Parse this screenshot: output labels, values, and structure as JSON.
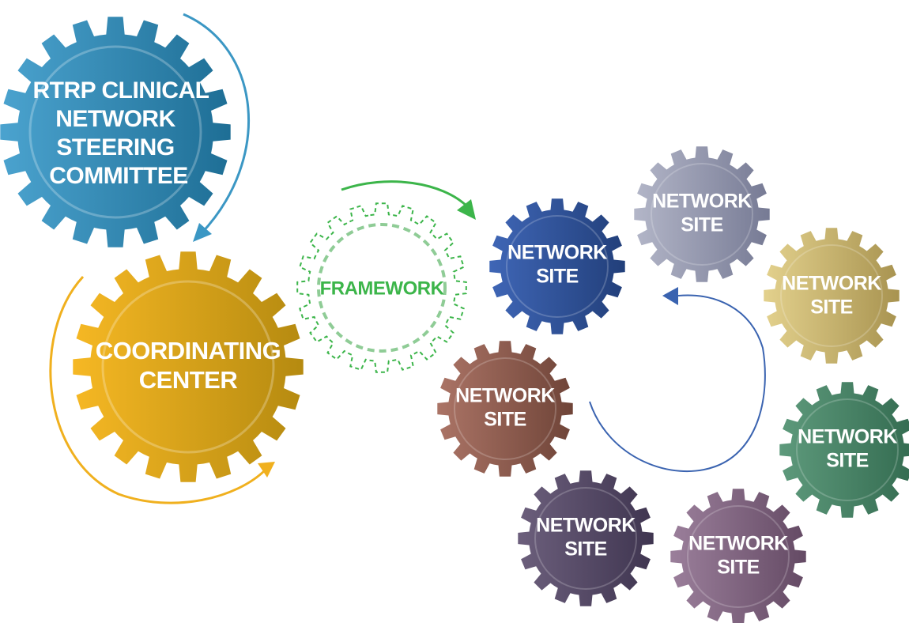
{
  "diagram": {
    "steering": {
      "lines": [
        "RTRP CLINICAL",
        "NETWORK",
        "STEERING",
        "COMMITTEE"
      ],
      "color_light": "#4ba3cf",
      "color_dark": "#1e6e95"
    },
    "coordinating": {
      "lines": [
        "COORDINATING",
        "CENTER"
      ],
      "color_light": "#f6b824",
      "color_dark": "#b58a10"
    },
    "framework": {
      "label": "FRAMEWORK",
      "color": "#3cb54a",
      "dash_color": "#8fcc96"
    },
    "sites": [
      {
        "lines": [
          "NETWORK",
          "SITE"
        ],
        "color_light": "#3f66b6",
        "color_dark": "#223f7a"
      },
      {
        "lines": [
          "NETWORK",
          "SITE"
        ],
        "color_light": "#b3b6c8",
        "color_dark": "#767a94"
      },
      {
        "lines": [
          "NETWORK",
          "SITE"
        ],
        "color_light": "#e3d18d",
        "color_dark": "#a89350"
      },
      {
        "lines": [
          "NETWORK",
          "SITE"
        ],
        "color_light": "#ab7466",
        "color_dark": "#6f4438"
      },
      {
        "lines": [
          "NETWORK",
          "SITE"
        ],
        "color_light": "#5e9a7c",
        "color_dark": "#336b50"
      },
      {
        "lines": [
          "NETWORK",
          "SITE"
        ],
        "color_light": "#6c5f7c",
        "color_dark": "#3f3550"
      },
      {
        "lines": [
          "NETWORK",
          "SITE"
        ],
        "color_light": "#9b7f9b",
        "color_dark": "#644a64"
      }
    ],
    "arrow_colors": {
      "steering": "#3b97c4",
      "coordinating": "#f0b01e",
      "framework": "#3cb54a",
      "sites": "#3a63b0"
    }
  }
}
